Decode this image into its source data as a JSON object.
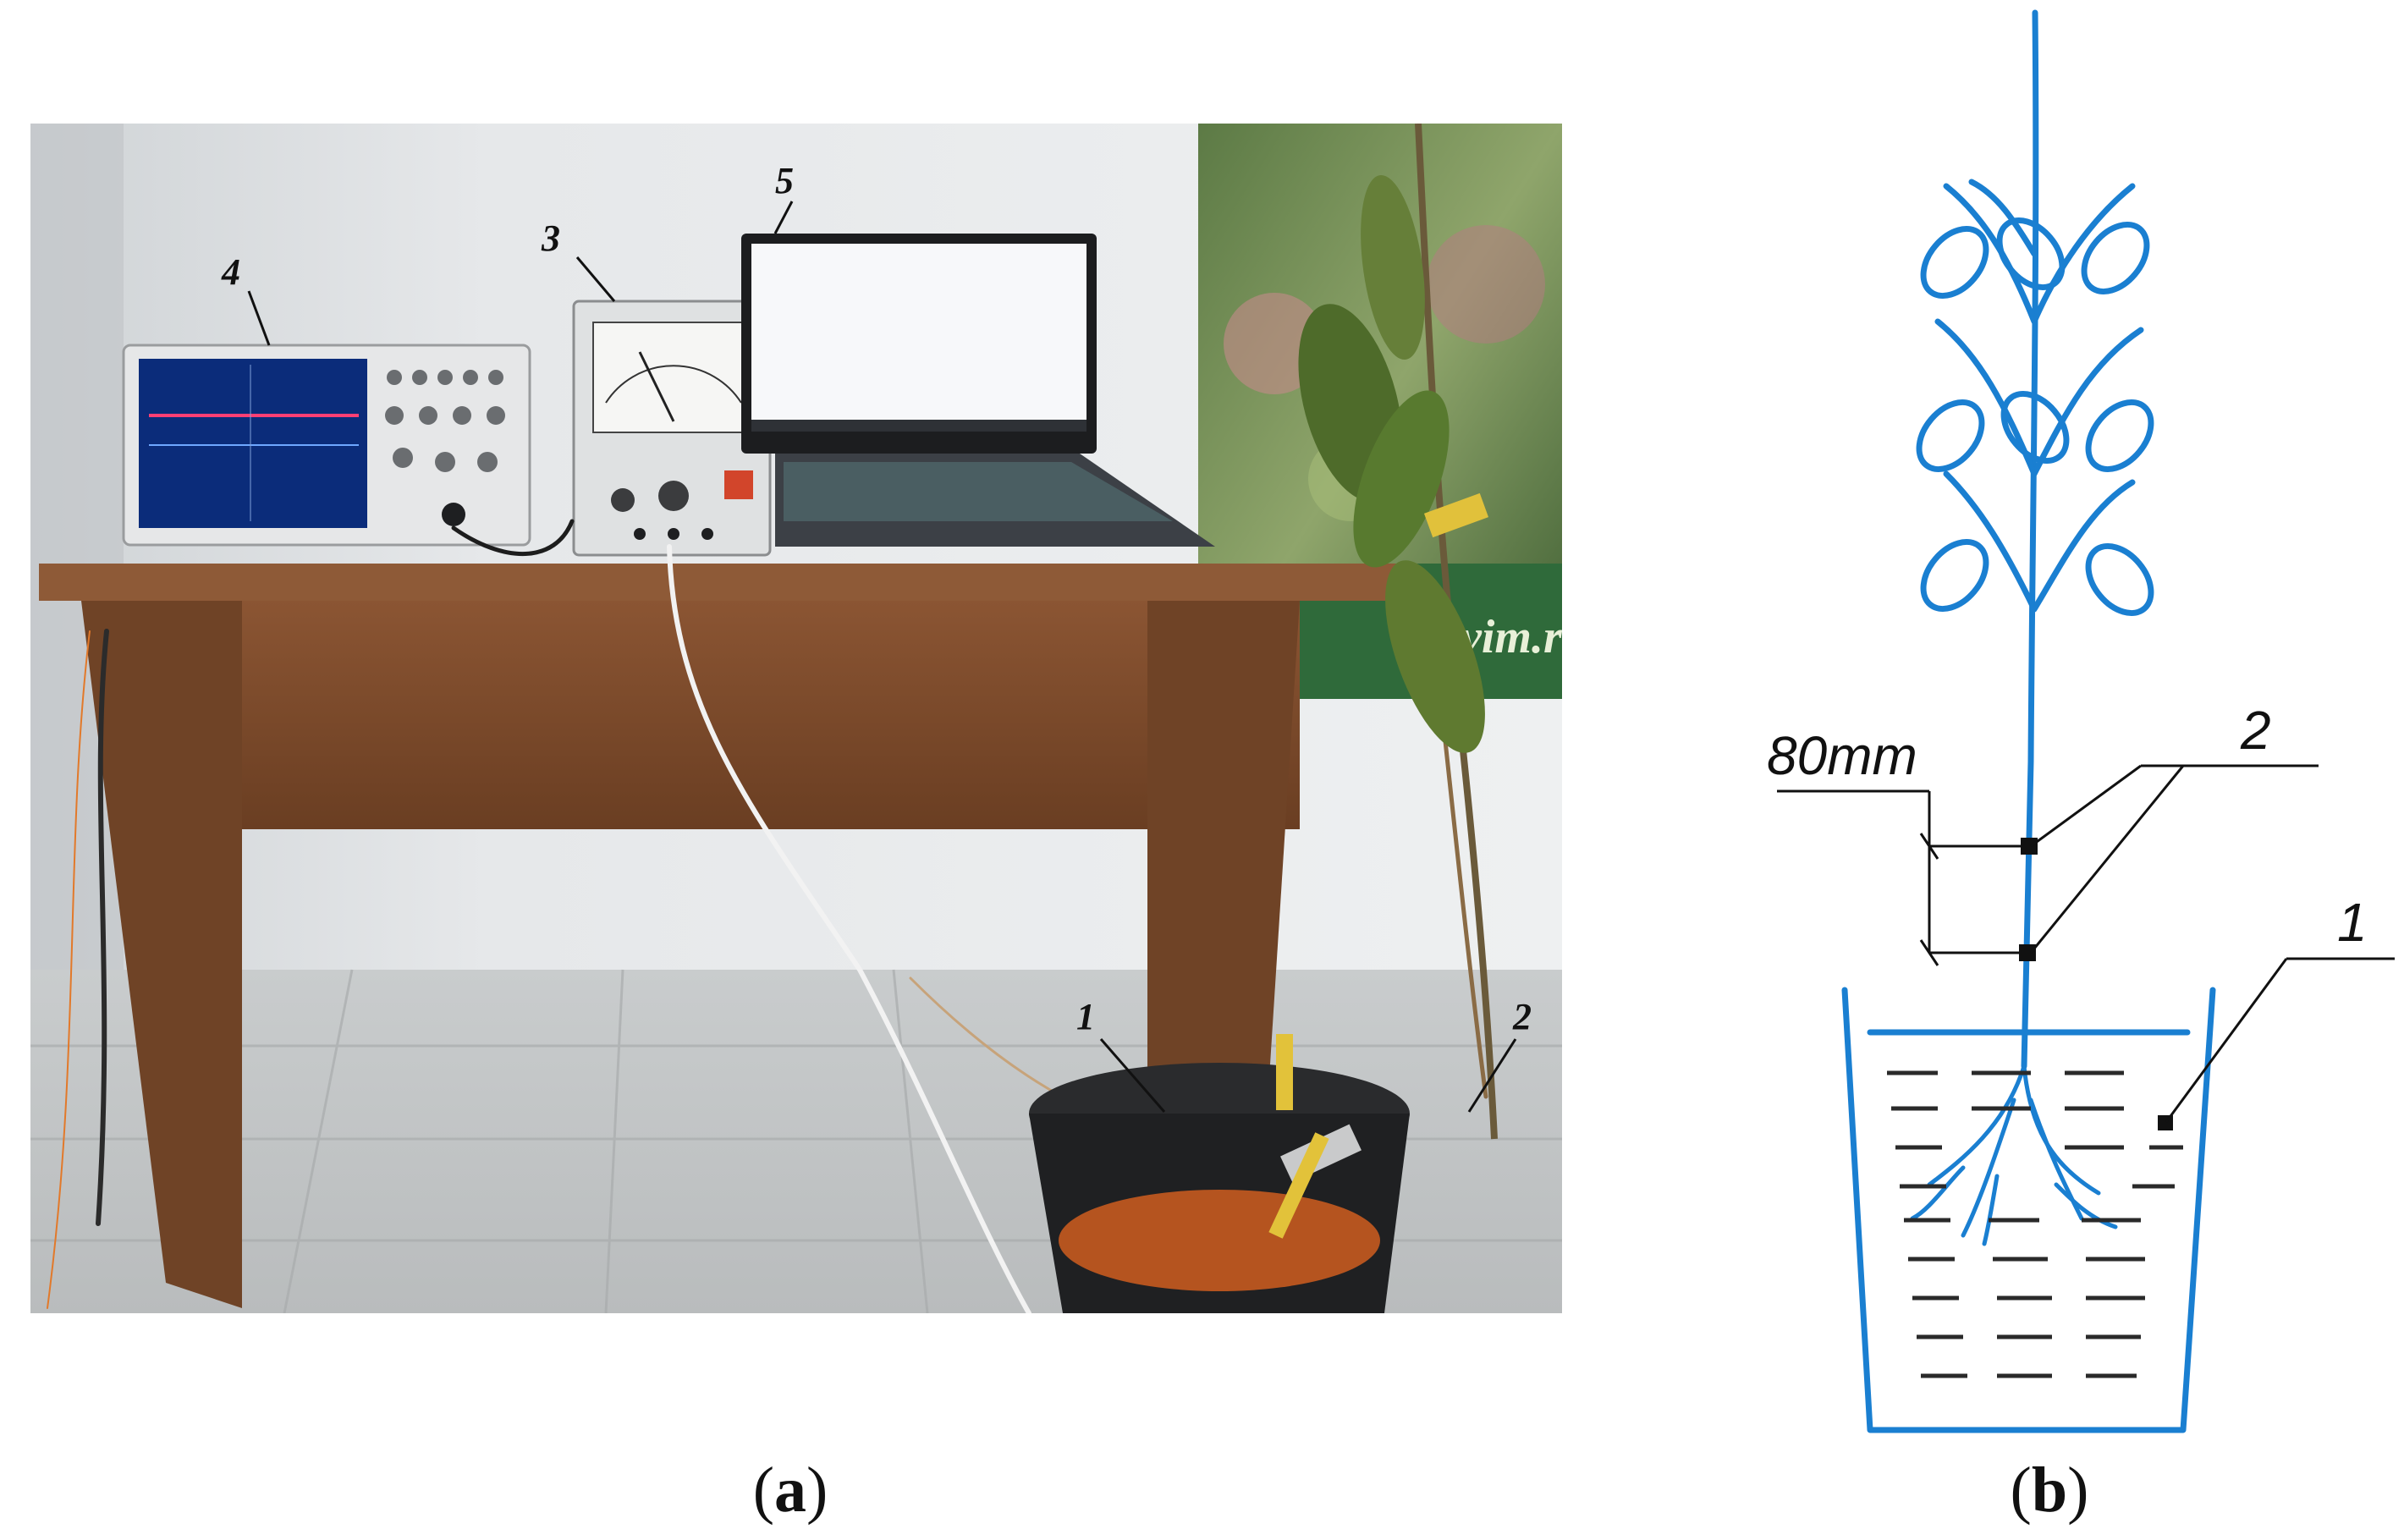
{
  "panel_a": {
    "callouts": [
      "1",
      "2",
      "3",
      "4",
      "5"
    ],
    "wall_text": "vim.r"
  },
  "panel_b": {
    "dimension_label": "80mm",
    "callouts": [
      "1",
      "2"
    ]
  },
  "captions": {
    "a": "a",
    "b": "b"
  },
  "colors": {
    "diagram_blue": "#1a7fd1",
    "desk_wood": "#7a4a2a",
    "liquid": "#b5541f"
  }
}
